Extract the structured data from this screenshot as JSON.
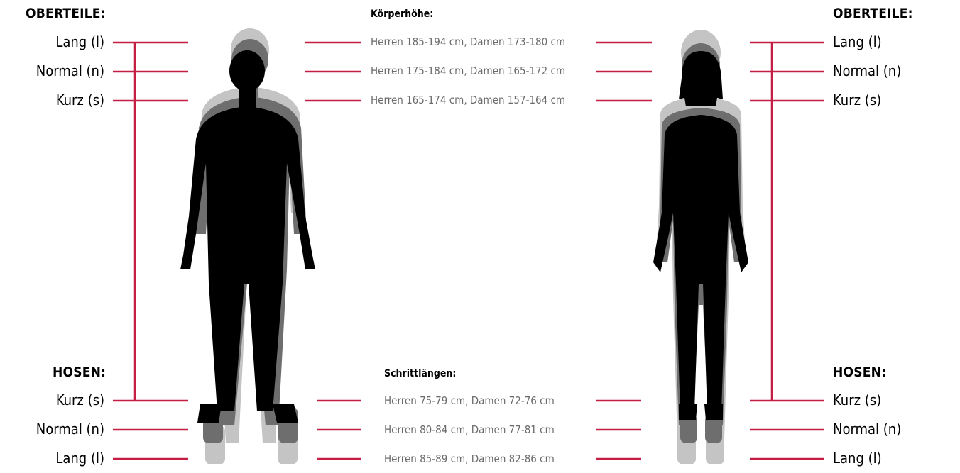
{
  "left_labels": {
    "tops_heading": "OBERTEILE:",
    "tops": [
      "Lang (l)",
      "Normal (n)",
      "Kurz (s)"
    ],
    "pants_heading": "HOSEN:",
    "pants": [
      "Kurz (s)",
      "Normal (n)",
      "Lang (l)"
    ]
  },
  "right_labels": {
    "tops_heading": "OBERTEILE:",
    "tops": [
      "Lang (l)",
      "Normal (n)",
      "Kurz (s)"
    ],
    "pants_heading": "HOSEN:",
    "pants": [
      "Kurz (s)",
      "Normal (n)",
      "Lang (l)"
    ]
  },
  "body_height": {
    "caption": "Körperhöhe:",
    "rows": [
      "Herren 185-194 cm, Damen 173-180 cm",
      "Herren 175-184 cm, Damen 165-172 cm",
      "Herren 165-174 cm, Damen 157-164 cm"
    ]
  },
  "inseam": {
    "caption": "Schrittlängen:",
    "rows": [
      "Herren 75-79 cm, Damen 72-76 cm",
      "Herren 80-84 cm, Damen 77-81 cm",
      "Herren 85-89 cm, Damen 82-86 cm"
    ]
  },
  "colors": {
    "accent_line": "#c41e45",
    "silhouette_dark": "#000000",
    "silhouette_mid": "#6e6e6e",
    "silhouette_light": "#c4c4c4"
  },
  "figures": [
    "male-silhouette",
    "female-silhouette"
  ]
}
